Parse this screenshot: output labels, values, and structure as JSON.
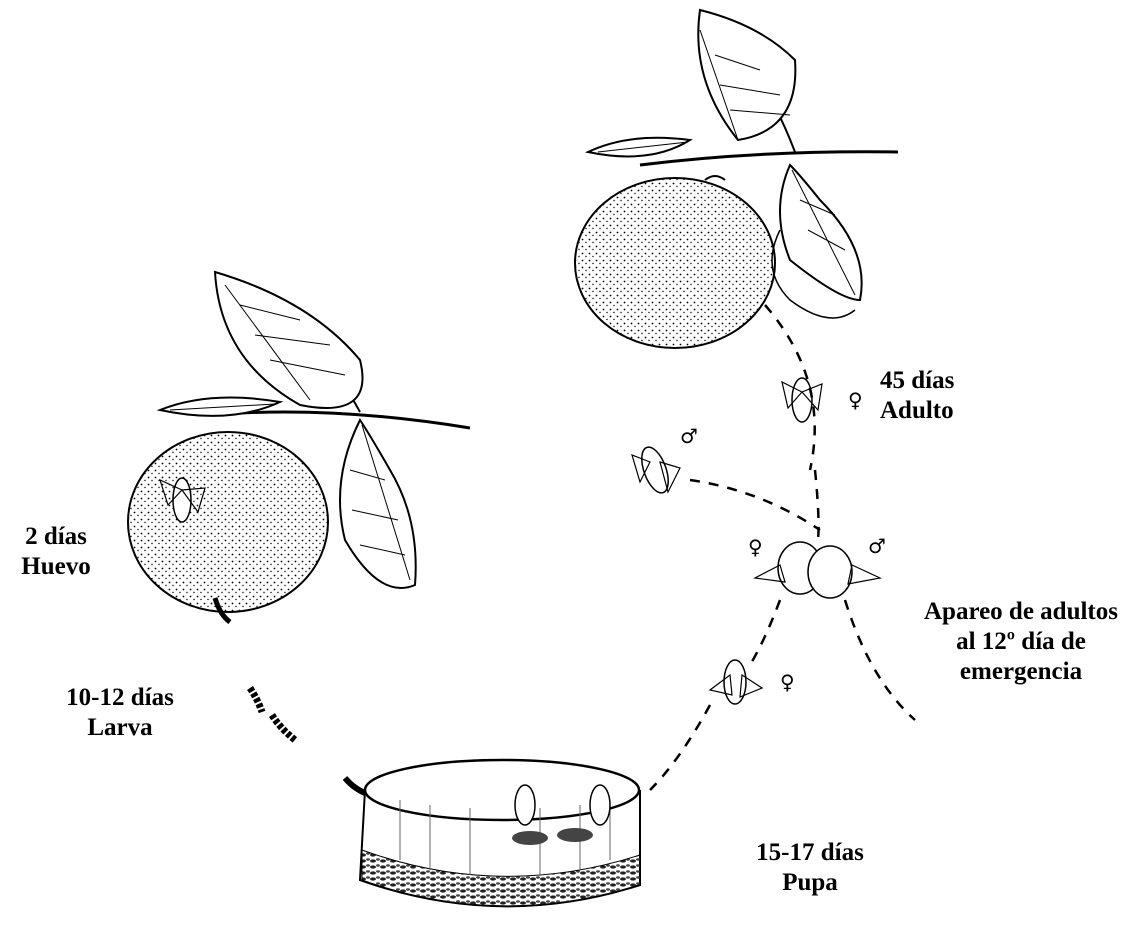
{
  "labels": {
    "huevo": {
      "days": "2 días",
      "stage": "Huevo"
    },
    "larva": {
      "days": "10-12 días",
      "stage": "Larva"
    },
    "pupa": {
      "days": "15-17 días",
      "stage": "Pupa"
    },
    "adulto": {
      "days": "45 días",
      "stage": "Adulto"
    },
    "apareo": {
      "line1": "Apareo de adultos",
      "line2": "al 12º día de",
      "line3": "emergencia"
    }
  },
  "symbols": {
    "female": "♀",
    "male": "♂"
  },
  "colors": {
    "ink": "#000000",
    "paper": "#ffffff",
    "shade": "#555555"
  }
}
